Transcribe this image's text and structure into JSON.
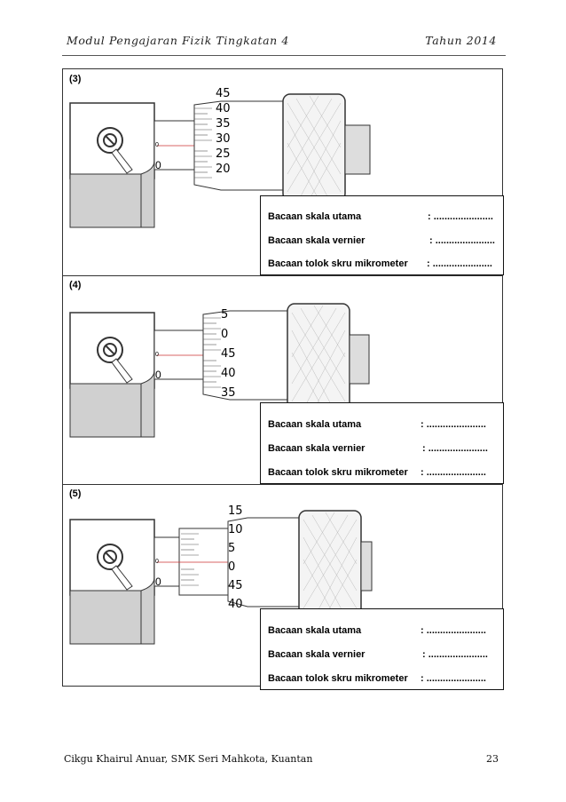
{
  "header": {
    "left": "Modul Pengajaran Fizik Tingkatan 4",
    "right": "Tahun 2014"
  },
  "rows": [
    {
      "label": "(3)",
      "thimble_numbers": [
        "45",
        "40",
        "35",
        "30",
        "25",
        "20"
      ],
      "sleeve_numbers": [
        "0",
        "0"
      ],
      "answers": [
        {
          "label": "Bacaan skala utama",
          "value": ": ......................"
        },
        {
          "label": "Bacaan skala vernier",
          "value": ": ......................"
        },
        {
          "label": "Bacaan tolok skru mikrometer",
          "value": ": ......................"
        }
      ]
    },
    {
      "label": "(4)",
      "thimble_numbers": [
        "5",
        "0",
        "45",
        "40",
        "35"
      ],
      "sleeve_numbers": [
        "0",
        "0"
      ],
      "answers": [
        {
          "label": "Bacaan skala utama",
          "value": ": ......................"
        },
        {
          "label": "Bacaan skala vernier",
          "value": ": ......................"
        },
        {
          "label": "Bacaan tolok skru mikrometer",
          "value": ": ......................"
        }
      ]
    },
    {
      "label": "(5)",
      "thimble_numbers": [
        "15",
        "10",
        "5",
        "0",
        "45",
        "40"
      ],
      "sleeve_numbers": [
        "0",
        "0"
      ],
      "answers": [
        {
          "label": "Bacaan skala utama",
          "value": ": ......................"
        },
        {
          "label": "Bacaan skala vernier",
          "value": ": ......................"
        },
        {
          "label": "Bacaan tolok skru mikrometer",
          "value": ": ......................"
        }
      ]
    }
  ],
  "footer": {
    "left": "Cikgu Khairul Anuar, SMK Seri Mahkota, Kuantan",
    "page": "23"
  }
}
